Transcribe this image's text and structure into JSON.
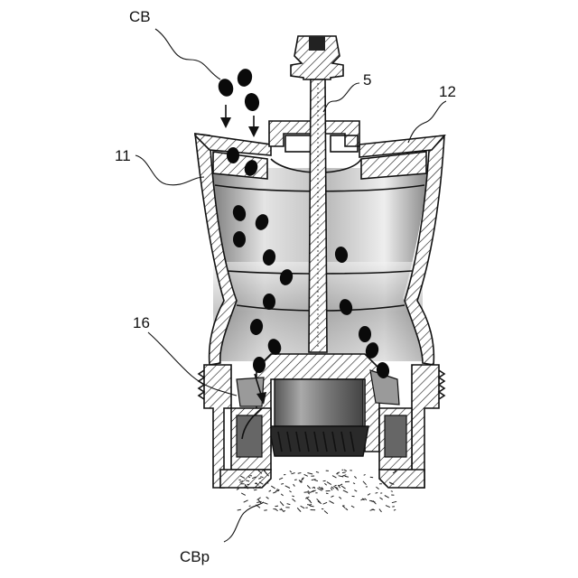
{
  "figure": {
    "labels": {
      "cb": "CB",
      "ref_5": "5",
      "ref_12": "12",
      "ref_11": "11",
      "ref_16": "16",
      "cbp": "CBp"
    }
  },
  "colors": {
    "line": "#111111",
    "bean": "#0a0a0a",
    "background": "#ffffff"
  }
}
